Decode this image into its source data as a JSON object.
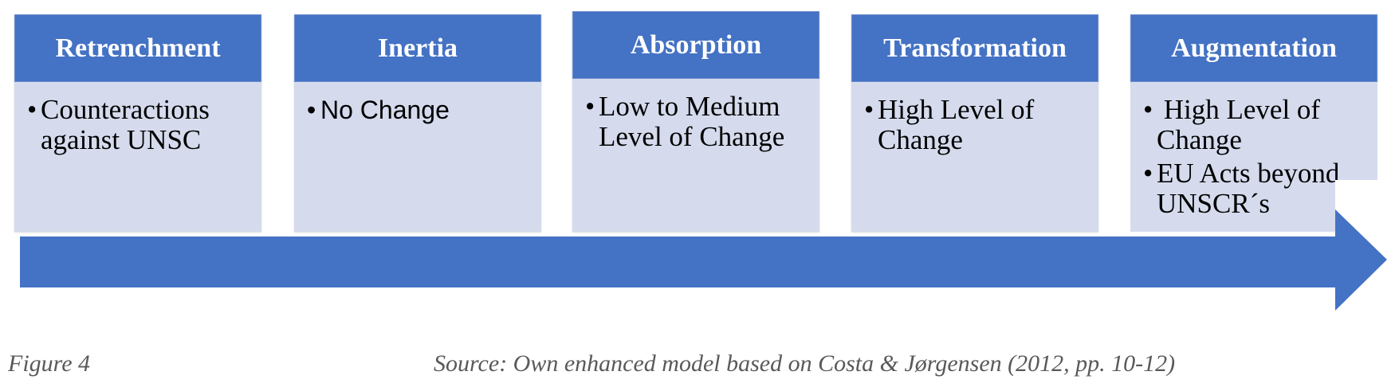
{
  "colors": {
    "header_fill": "#4472c4",
    "body_fill": "#d5dbed",
    "arrow_fill": "#4472c4",
    "caption_text": "#595959"
  },
  "stages": [
    {
      "title": "Retrenchment",
      "bullets": [
        "Counteractions against UNSC"
      ]
    },
    {
      "title": "Inertia",
      "bullets": [
        "No Change"
      ]
    },
    {
      "title": "Absorption",
      "bullets": [
        "Low to Medium Level of Change"
      ]
    },
    {
      "title": "Transformation",
      "bullets": [
        "High Level of Change"
      ]
    },
    {
      "title": "Augmentation",
      "bullets": [
        " High Level of Change",
        "EU Acts beyond UNSCR´s"
      ]
    }
  ],
  "caption": {
    "figure": "Figure 4",
    "source": "Source: Own enhanced model based on Costa & Jørgensen (2012, pp. 10-12)"
  }
}
